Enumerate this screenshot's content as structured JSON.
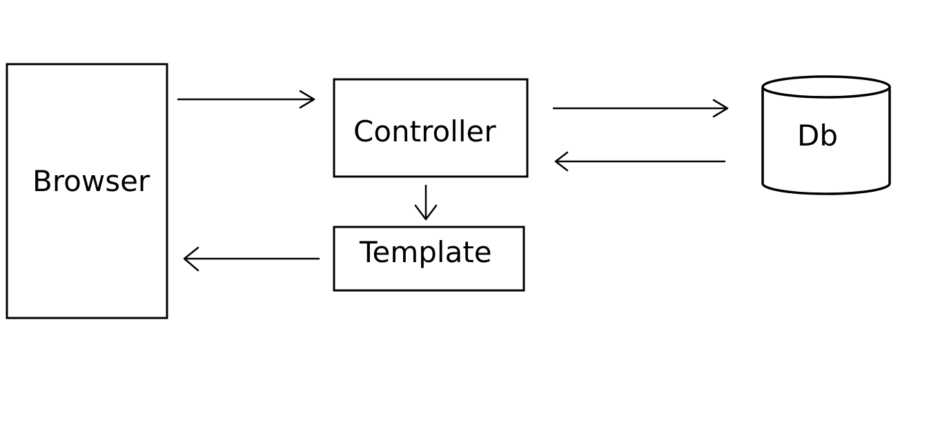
{
  "nodes": {
    "browser": {
      "label": "Browser"
    },
    "controller": {
      "label": "Controller"
    },
    "template": {
      "label": "Template"
    },
    "db": {
      "label": "Db"
    }
  },
  "edges": [
    {
      "from": "browser",
      "to": "controller"
    },
    {
      "from": "controller",
      "to": "db"
    },
    {
      "from": "db",
      "to": "controller"
    },
    {
      "from": "controller",
      "to": "template"
    },
    {
      "from": "template",
      "to": "browser"
    }
  ],
  "colors": {
    "stroke": "#000000",
    "background": "#ffffff"
  }
}
